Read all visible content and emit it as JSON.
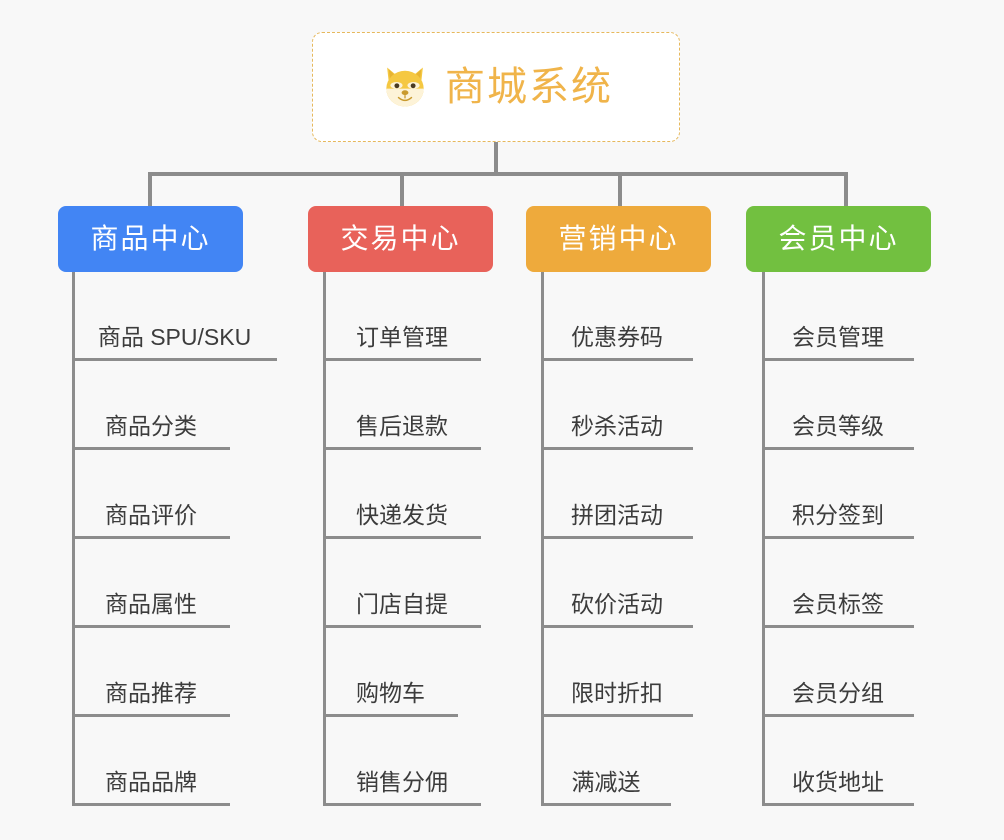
{
  "canvas": {
    "background": "#f8f8f8",
    "line_color": "#8c8c8c"
  },
  "root": {
    "title": "商城系统",
    "icon": "dog-face-emoji",
    "text_color": "#f0b44a",
    "border_color": "#e6b85c",
    "background": "#ffffff"
  },
  "branches": [
    {
      "label": "商品中心",
      "color": "#4285f4",
      "items": [
        "商品 SPU/SKU",
        "商品分类",
        "商品评价",
        "商品属性",
        "商品推荐",
        "商品品牌"
      ]
    },
    {
      "label": "交易中心",
      "color": "#e8625a",
      "items": [
        "订单管理",
        "售后退款",
        "快递发货",
        "门店自提",
        "购物车",
        "销售分佣"
      ]
    },
    {
      "label": "营销中心",
      "color": "#eeaa3c",
      "items": [
        "优惠券码",
        "秒杀活动",
        "拼团活动",
        "砍价活动",
        "限时折扣",
        "满减送"
      ]
    },
    {
      "label": "会员中心",
      "color": "#72c040",
      "items": [
        "会员管理",
        "会员等级",
        "积分签到",
        "会员标签",
        "会员分组",
        "收货地址"
      ]
    }
  ]
}
